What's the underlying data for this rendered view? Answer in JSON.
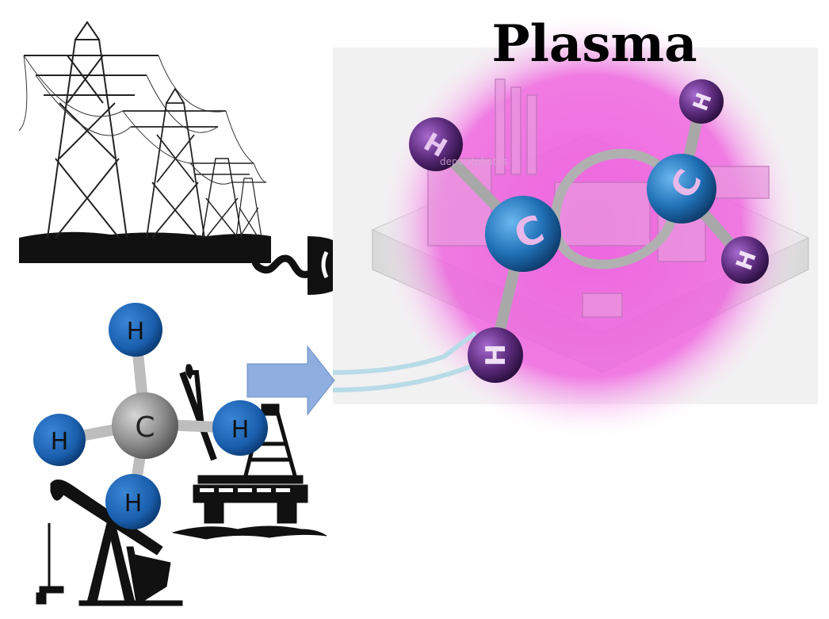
{
  "title": "Plasma",
  "methane": {
    "center_atom": "C",
    "hydrogen_labels": [
      "H",
      "H",
      "H",
      "H"
    ]
  },
  "ethane_like": {
    "carbon_labels": [
      "C",
      "C"
    ],
    "hydrogen_labels": [
      "H",
      "H",
      "H",
      "H"
    ]
  },
  "watermark": "depositphotos",
  "colors": {
    "plasma_glow": "#ee66dd",
    "hydrogen_blue": "#1a5fae",
    "carbon_gray": "#8e8e8e",
    "purple_atom": "#5a2a7a",
    "blue_atom": "#2a78b8",
    "arrow": "#8eaee0"
  }
}
